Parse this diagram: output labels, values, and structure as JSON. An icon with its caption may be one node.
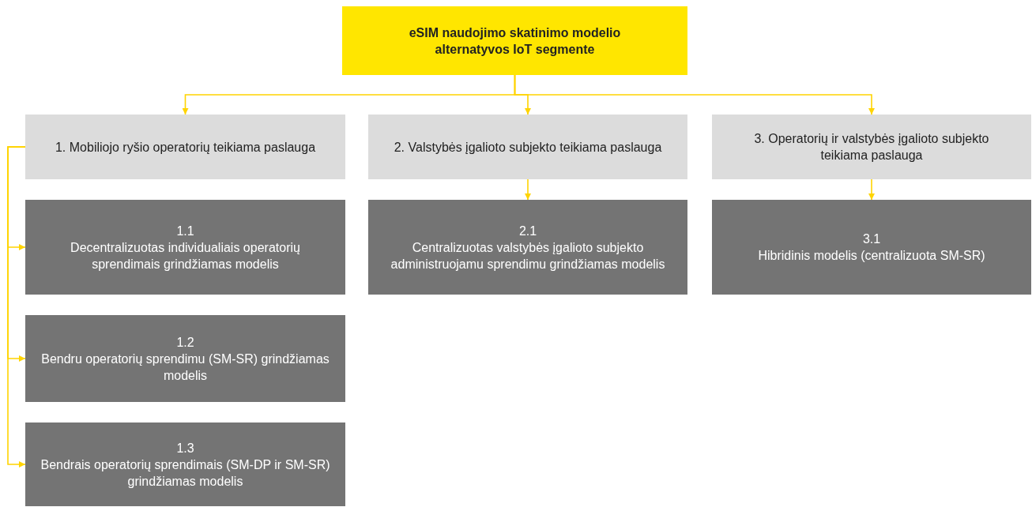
{
  "diagram": {
    "nodes": [
      {
        "text": [
          "eSIM naudojimo skatinimo modelio alternatyvos IoT segmente"
        ]
      },
      {
        "text": [
          "1. Mobiliojo ryšio operatorių teikiama paslauga"
        ]
      },
      {
        "text": [
          "2. Valstybės įgalioto subjekto teikiama paslauga"
        ]
      },
      {
        "text": [
          "3. Operatorių ir valstybės įgalioto subjekto teikiama paslauga"
        ]
      },
      {
        "text": [
          "1.1",
          "Decentralizuotas individualiais operatorių sprendimais grindžiamas modelis"
        ]
      },
      {
        "text": [
          "2.1",
          "Centralizuotas valstybės įgalioto subjekto administruojamu sprendimu grindžiamas modelis"
        ]
      },
      {
        "text": [
          "3.1",
          "Hibridinis modelis (centralizuota SM-SR)"
        ]
      },
      {
        "text": [
          "1.2",
          "Bendru operatorių sprendimu (SM-SR) grindžiamas modelis"
        ]
      },
      {
        "text": [
          "1.3",
          "Bendrais operatorių sprendimais (SM-DP ir SM-SR) grindžiamas modelis"
        ]
      }
    ],
    "edges": [
      {
        "from": 0,
        "to": 1,
        "arrow": "to"
      },
      {
        "from": 0,
        "to": 2,
        "arrow": "to"
      },
      {
        "from": 0,
        "to": 3,
        "arrow": "to"
      },
      {
        "from": 1,
        "to": 4,
        "arrow": "to"
      },
      {
        "from": 1,
        "to": 7,
        "arrow": "to"
      },
      {
        "from": 1,
        "to": 8,
        "arrow": "to"
      },
      {
        "from": 2,
        "to": 5,
        "arrow": "to"
      },
      {
        "from": 3,
        "to": 6,
        "arrow": "to"
      }
    ]
  }
}
